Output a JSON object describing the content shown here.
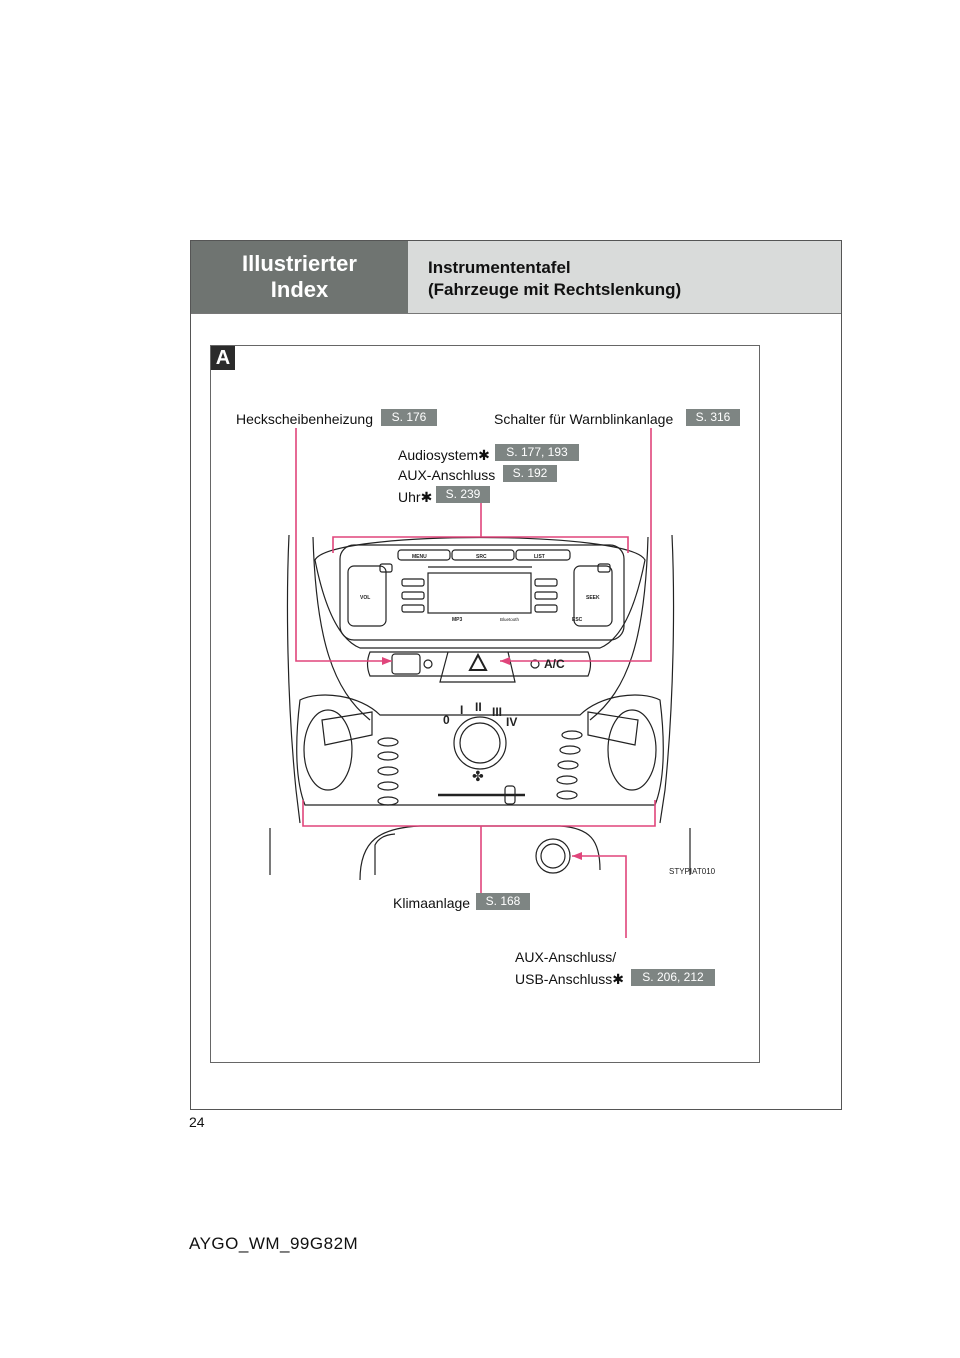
{
  "header": {
    "section": "Illustrierter Index",
    "title_line1": "Instrumententafel",
    "title_line2": "(Fahrzeuge mit Rechtslenkung)"
  },
  "figure": {
    "badge": "A",
    "code": "STYPIAT010",
    "labels": {
      "rear_defogger": "Heckscheibenheizung",
      "rear_defogger_ref": "S. 176",
      "hazard": "Schalter für Warnblinkanlage",
      "hazard_ref": "S. 316",
      "audio": "Audiosystem",
      "audio_ref": "S. 177, 193",
      "aux": "AUX-Anschluss",
      "aux_ref": "S. 192",
      "clock": "Uhr",
      "clock_ref": "S. 239",
      "climate": "Klimaanlage",
      "climate_ref": "S. 168",
      "aux_usb_line1": "AUX-Anschluss/",
      "aux_usb_line2": "USB-Anschluss",
      "aux_usb_ref": "S. 206, 212",
      "asterisk": "✱"
    },
    "panel_text": {
      "menu": "MENU",
      "src": "SRC",
      "list": "LIST",
      "vol": "VOL",
      "seek": "SEEK",
      "esc": "ESC",
      "mp3": "MP3",
      "bluetooth": "Bluetooth",
      "ac": "A/C",
      "fan_0": "0",
      "fan_1": "I",
      "fan_2": "II",
      "fan_3": "III",
      "fan_4": "IV"
    }
  },
  "footer": {
    "page_number": "24",
    "doc_code": "AYGO_WM_99G82M"
  }
}
